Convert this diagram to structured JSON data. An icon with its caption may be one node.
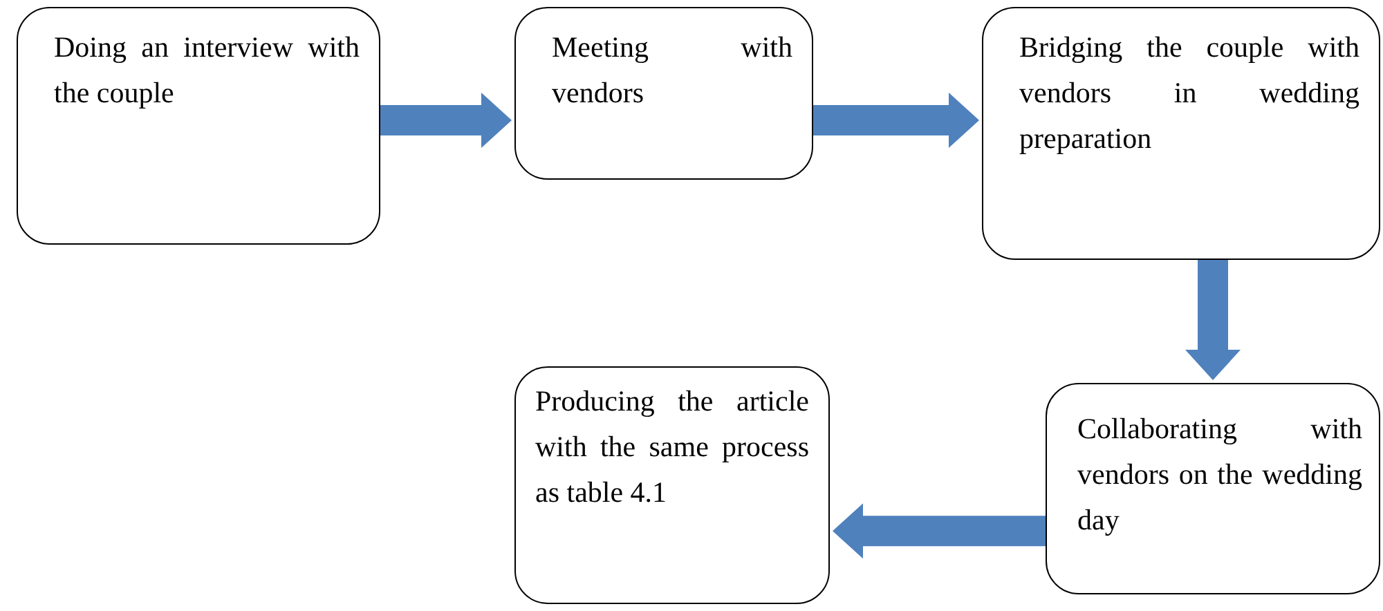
{
  "diagram": {
    "nodes": [
      {
        "text": [
          "Doing an interview with the couple"
        ]
      },
      {
        "text": [
          "Meeting with vendors"
        ]
      },
      {
        "text": [
          "Bridging the couple with vendors in wedding preparation"
        ]
      },
      {
        "text": [
          "Collaborating with vendors on the wedding day"
        ]
      },
      {
        "text": [
          "Producing the article with the same process as table 4.1"
        ]
      }
    ],
    "edges": [
      {
        "from": 0,
        "to": 1,
        "arrow": "to"
      },
      {
        "from": 1,
        "to": 2,
        "arrow": "to"
      },
      {
        "from": 2,
        "to": 3,
        "arrow": "to"
      },
      {
        "from": 3,
        "to": 4,
        "arrow": "to"
      }
    ]
  }
}
